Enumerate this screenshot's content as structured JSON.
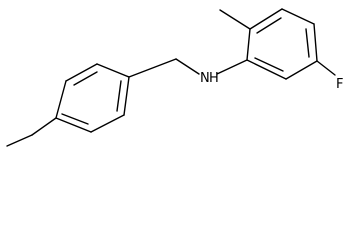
{
  "molecule": {
    "atoms": {
      "nitrogen": "N",
      "hydrogen": "H",
      "fluorine": "F"
    }
  }
}
